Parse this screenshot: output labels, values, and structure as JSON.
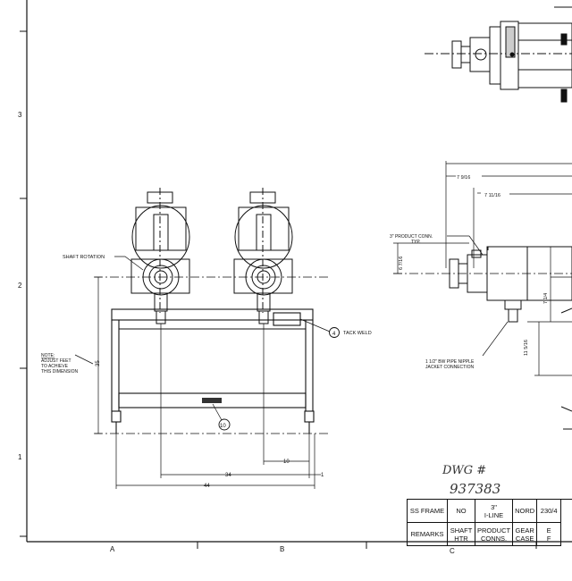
{
  "border": {
    "rows": [
      "3",
      "2",
      "1"
    ],
    "columns": [
      "A",
      "B",
      "C"
    ]
  },
  "labels": {
    "shaft_rotation": "SHAFT ROTATION",
    "tack_weld": "TACK WELD",
    "callout_4": "4",
    "callout_10": "10",
    "note": [
      "NOTE:",
      "ADJUST FEET",
      "TO ACHIEVE",
      "THIS DIMENSION"
    ],
    "product_conn": [
      "3\" PRODUCT CONN.",
      "TYP."
    ],
    "pipe_nipple": [
      "1 1/2\" BW PIPE NIPPLE",
      "JACKET CONNECTION"
    ],
    "handwritten": [
      "DWG #",
      "937383"
    ]
  },
  "dimensions": {
    "height_35": "35",
    "width_10": "10",
    "width_1": "1",
    "width_34": "34",
    "width_44": "44",
    "d_7_9_16": "7 9/16",
    "d_7_11_16": "7 11/16",
    "d_6_7_16": "6 7/16",
    "d_7_1_4": "7 1/4",
    "d_11_5_16": "11 5/16"
  },
  "title_block": {
    "rows": [
      [
        "SS FRAME",
        "NO",
        "3\"\nI-LINE",
        "NORD",
        "230/4"
      ],
      [
        "REMARKS",
        "SHAFT\nHTR",
        "PRODUCT\nCONNS.",
        "GEAR\nCASE",
        "E\nF"
      ]
    ]
  }
}
